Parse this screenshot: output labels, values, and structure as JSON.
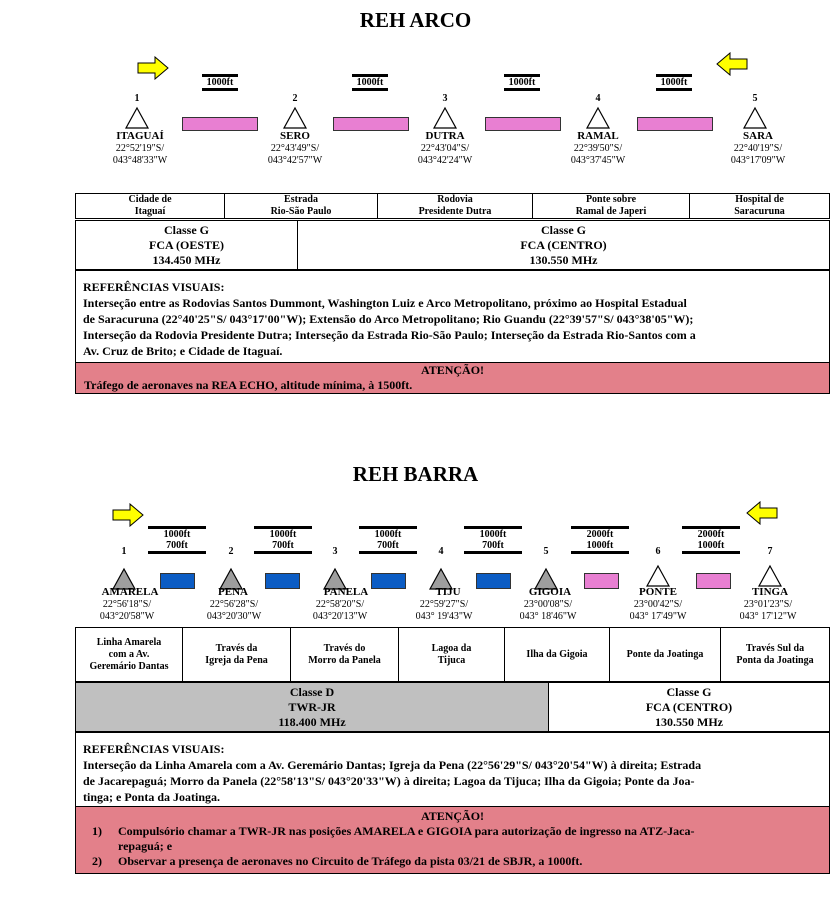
{
  "arco": {
    "title": "REH ARCO",
    "waypoints": [
      {
        "num": "1",
        "name": "ITAGUAÍ",
        "lat": "22°52'19\"S/",
        "lon": "043°48'33\"W"
      },
      {
        "num": "2",
        "name": "SERO",
        "lat": "22°43'49\"S/",
        "lon": "043°42'57\"W"
      },
      {
        "num": "3",
        "name": "DUTRA",
        "lat": "22°43'04\"S/",
        "lon": "043°42'24\"W"
      },
      {
        "num": "4",
        "name": "RAMAL",
        "lat": "22°39'50\"S/",
        "lon": "043°37'45\"W"
      },
      {
        "num": "5",
        "name": "SARA",
        "lat": "22°40'19\"S/",
        "lon": "043°17'09\"W"
      }
    ],
    "altitudes": [
      "1000ft",
      "1000ft",
      "1000ft",
      "1000ft"
    ],
    "landmarks": [
      {
        "line1": "Cidade de",
        "line2": "Itaguaí"
      },
      {
        "line1": "Estrada",
        "line2": "Rio-São Paulo"
      },
      {
        "line1": "Rodovia",
        "line2": "Presidente Dutra"
      },
      {
        "line1": "Ponte sobre",
        "line2": "Ramal de Japeri"
      },
      {
        "line1": "Hospital de",
        "line2": "Saracuruna"
      }
    ],
    "freq": [
      {
        "class": "Classe G",
        "unit": "FCA (OESTE)",
        "mhz": "134.450 MHz"
      },
      {
        "class": "Classe G",
        "unit": "FCA (CENTRO)",
        "mhz": "130.550 MHz"
      }
    ],
    "ref_title": "REFERÊNCIAS VISUAIS:",
    "ref_lines": [
      "Interseção entre as Rodovias Santos Dummont, Washington Luiz e Arco Metropolitano, próximo ao Hospital Estadual",
      "de Saracuruna (22°40'25\"S/ 043°17'00\"W); Extensão do Arco Metropolitano; Rio Guandu (22°39'57\"S/ 043°38'05\"W);",
      "Interseção da Rodovia Presidente Dutra; Interseção da Estrada Rio-São Paulo; Interseção da Estrada Rio-Santos com a",
      "Av. Cruz de Brito; e Cidade de Itaguaí."
    ],
    "attn_title": "ATENÇÃO!",
    "attn_text": "Tráfego de aeronaves na REA ECHO, altitude mínima, à 1500ft.",
    "colors": {
      "segment": "#e87fd2",
      "arrow": "#ffff00"
    }
  },
  "barra": {
    "title": "REH BARRA",
    "waypoints": [
      {
        "num": "1",
        "name": "AMARELA",
        "lat": "22°56'18\"S/",
        "lon": "043°20'58\"W"
      },
      {
        "num": "2",
        "name": "PENA",
        "lat": "22°56'28\"S/",
        "lon": "043°20'30\"W"
      },
      {
        "num": "3",
        "name": "PANELA",
        "lat": "22°58'20\"S/",
        "lon": "043°20'13\"W"
      },
      {
        "num": "4",
        "name": "TIJU",
        "lat": "22°59'27\"S/",
        "lon": "043° 19'43\"W"
      },
      {
        "num": "5",
        "name": "GIGOIA",
        "lat": "23°00'08\"S/",
        "lon": "043° 18'46\"W"
      },
      {
        "num": "6",
        "name": "PONTE",
        "lat": "23°00'42\"S/",
        "lon": "043° 17'49\"W"
      },
      {
        "num": "7",
        "name": "TINGA",
        "lat": "23°01'23\"S/",
        "lon": "043° 17'12\"W"
      }
    ],
    "altitudes": [
      {
        "top": "1000ft",
        "bottom": "700ft"
      },
      {
        "top": "1000ft",
        "bottom": "700ft"
      },
      {
        "top": "1000ft",
        "bottom": "700ft"
      },
      {
        "top": "1000ft",
        "bottom": "700ft"
      },
      {
        "top": "2000ft",
        "bottom": "1000ft"
      },
      {
        "top": "2000ft",
        "bottom": "1000ft"
      }
    ],
    "landmarks": [
      {
        "line1": "Linha Amarela",
        "line2": "com a Av.",
        "line3": "Geremário Dantas"
      },
      {
        "line1": "Través da",
        "line2": "Igreja da Pena"
      },
      {
        "line1": "Través do",
        "line2": "Morro da Panela"
      },
      {
        "line1": "Lagoa da",
        "line2": "Tijuca"
      },
      {
        "line1": "Ilha da Gigoia"
      },
      {
        "line1": "Ponte da Joatinga"
      },
      {
        "line1": "Través Sul da",
        "line2": "Ponta da Joatinga"
      }
    ],
    "freq": [
      {
        "class": "Classe D",
        "unit": "TWR-JR",
        "mhz": "118.400 MHz"
      },
      {
        "class": "Classe G",
        "unit": "FCA (CENTRO)",
        "mhz": "130.550 MHz"
      }
    ],
    "ref_title": "REFERÊNCIAS VISUAIS:",
    "ref_lines": [
      "Interseção da Linha Amarela com a Av. Geremário Dantas; Igreja da Pena (22°56'29\"S/ 043°20'54\"W) à direita; Estrada",
      "de Jacarepaguá; Morro da Panela (22°58'13\"S/ 043°20'33\"W) à direita; Lagoa da Tijuca; Ilha da Gigoia; Ponte da Joa-",
      "tinga; e Ponta da Joatinga."
    ],
    "attn_title": "ATENÇÃO!",
    "attn_items": [
      {
        "num": "1)",
        "line1": "Compulsório chamar a TWR-JR nas posições AMARELA e GIGOIA para autorização de ingresso na ATZ-Jaca-",
        "line2": "repaguá; e"
      },
      {
        "num": "2)",
        "line1": "Observar a presença de aeronaves no Circuito de Tráfego da pista 03/21 de SBJR, a 1000ft.",
        "line2": ""
      }
    ],
    "colors": {
      "segment_blue": "#0b5cc4",
      "segment_pink": "#e87fd2",
      "class_d_bg": "#c0c0c0",
      "attn_bg": "#e3808a",
      "arrow": "#ffff00"
    }
  }
}
